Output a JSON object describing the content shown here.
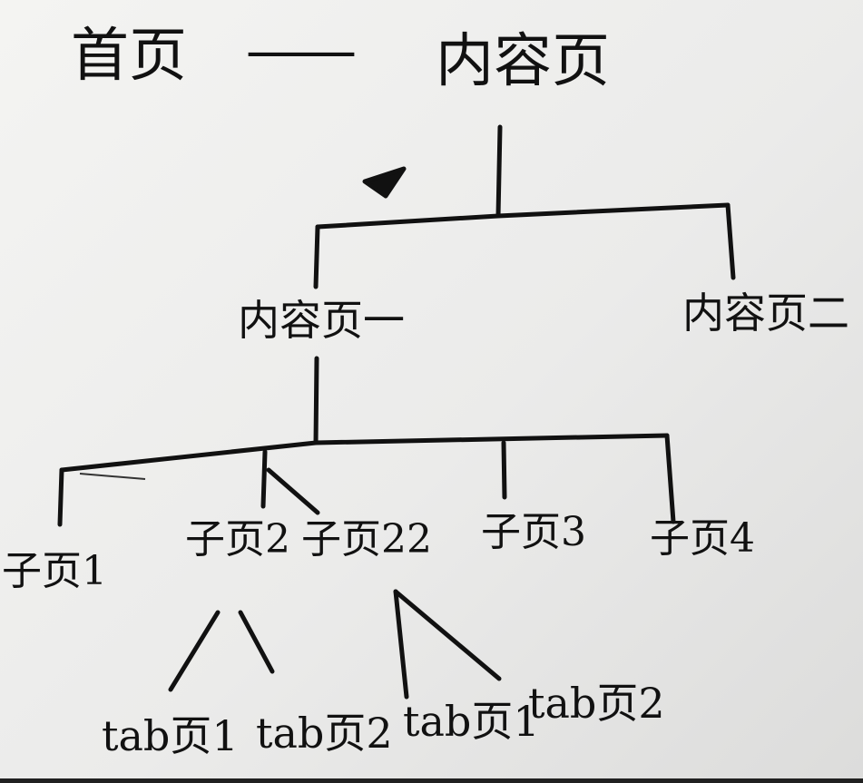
{
  "diagram": {
    "root": {
      "left": "首页",
      "connector": "—",
      "right": "内容页"
    },
    "level1": [
      {
        "label": "内容页一"
      },
      {
        "label": "内容页二"
      }
    ],
    "level2": [
      {
        "label": "子页1"
      },
      {
        "label": "子页2"
      },
      {
        "label": "子页22"
      },
      {
        "label": "子页3"
      },
      {
        "label": "子页4"
      }
    ],
    "level3": [
      {
        "label": "tab页1"
      },
      {
        "label": "tab页2"
      },
      {
        "label": "tab页1"
      },
      {
        "label": "tab页2"
      }
    ]
  },
  "colors": {
    "ink": "#111111",
    "paper": "#eeeeec"
  }
}
